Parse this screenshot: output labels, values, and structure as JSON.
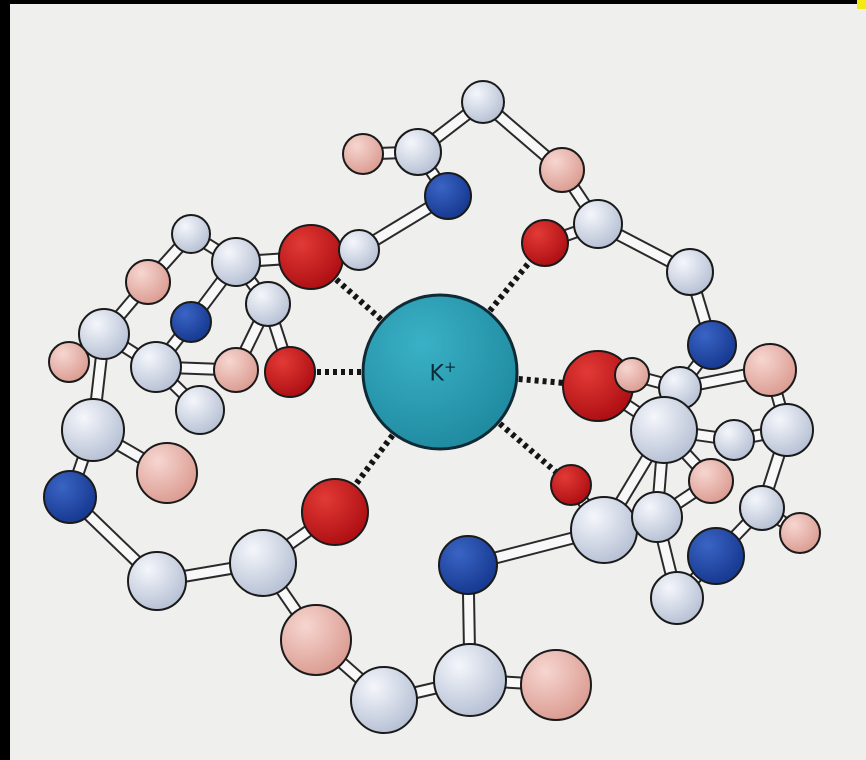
{
  "ion": {
    "symbol": "K",
    "charge": "+"
  },
  "colors": {
    "background": "#efefee",
    "frame": "#000000",
    "ion": "#2b97ad",
    "oxygen": "#c8191c",
    "nitrogen": "#1e46a8",
    "carbon": "#d0d8e6",
    "carbon_alt": "#eab8b0",
    "bond": "#f8f8f8",
    "coordination": "#141414"
  },
  "atom_types": [
    "carbon",
    "carbon_alt",
    "oxygen",
    "nitrogen",
    "ion"
  ],
  "bond_types": [
    "covalent",
    "coordination"
  ]
}
